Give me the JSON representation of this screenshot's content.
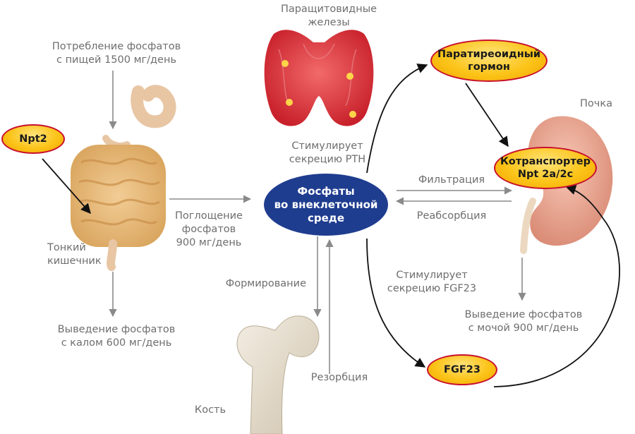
{
  "center": {
    "lines": [
      "Фосфаты",
      "во внеклеточной",
      "среде"
    ]
  },
  "nodes": {
    "npt2": "Npt2",
    "pth": [
      "Паратиреоидный",
      "гормон"
    ],
    "cotransporter": [
      "Котранспортер",
      "Npt 2a/2c"
    ],
    "fgf23": "FGF23"
  },
  "labels": {
    "parathyroid": [
      "Паращитовидные",
      "железы"
    ],
    "intake": [
      "Потребление фосфатов",
      "с пищей 1500 мг/день"
    ],
    "intestine": [
      "Тонкий",
      "кишечник"
    ],
    "absorption": [
      "Поглощение",
      "фосфатов",
      "900 мг/день"
    ],
    "stimulates_pth": [
      "Стимулирует",
      "секрецию PTH"
    ],
    "kidney": "Почка",
    "filtration": "Фильтрация",
    "reabsorption": "Реабсорбция",
    "feces": [
      "Выведение фосфатов",
      "с калом 600 мг/день"
    ],
    "formation": "Формирование",
    "resorption": "Резорбция",
    "stimulates_fgf23": [
      "Стимулирует",
      "секрецию FGF23"
    ],
    "urine": [
      "Выведение фосфатов",
      "с мочой 900 мг/день"
    ],
    "bone": "Кость"
  },
  "colors": {
    "arrow_gray": "#8a8a8a",
    "arrow_black": "#111111",
    "oval_blue": "#1f3d8f",
    "pill_yellow": "#fcc419",
    "pill_border": "#c8102e"
  }
}
